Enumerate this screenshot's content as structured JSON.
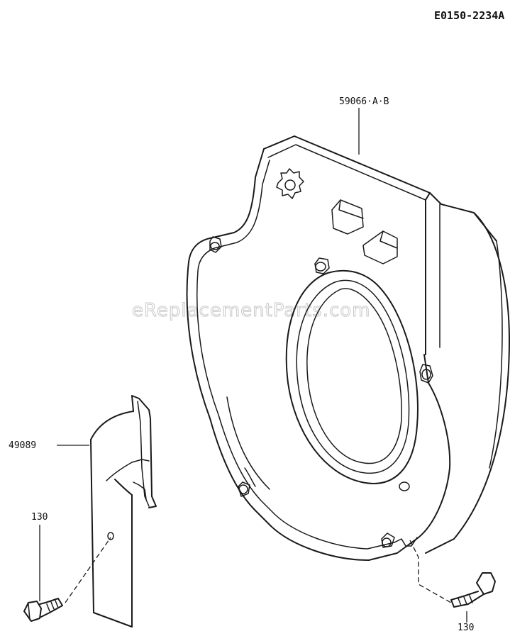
{
  "diagram_id": "E0150-2234A",
  "watermark": "eReplacementParts.com",
  "parts": [
    {
      "ref": "59066-A-B",
      "label": "59066·A·B",
      "name": "housing-fan"
    },
    {
      "ref": "49089",
      "label": "49089",
      "name": "guard"
    },
    {
      "ref": "130",
      "label": "130",
      "name": "bolt-left"
    },
    {
      "ref": "130",
      "label": "130",
      "name": "bolt-right"
    }
  ],
  "colors": {
    "line": "#1a1a1a",
    "watermark": "#c8c8c8",
    "background": "#ffffff"
  }
}
